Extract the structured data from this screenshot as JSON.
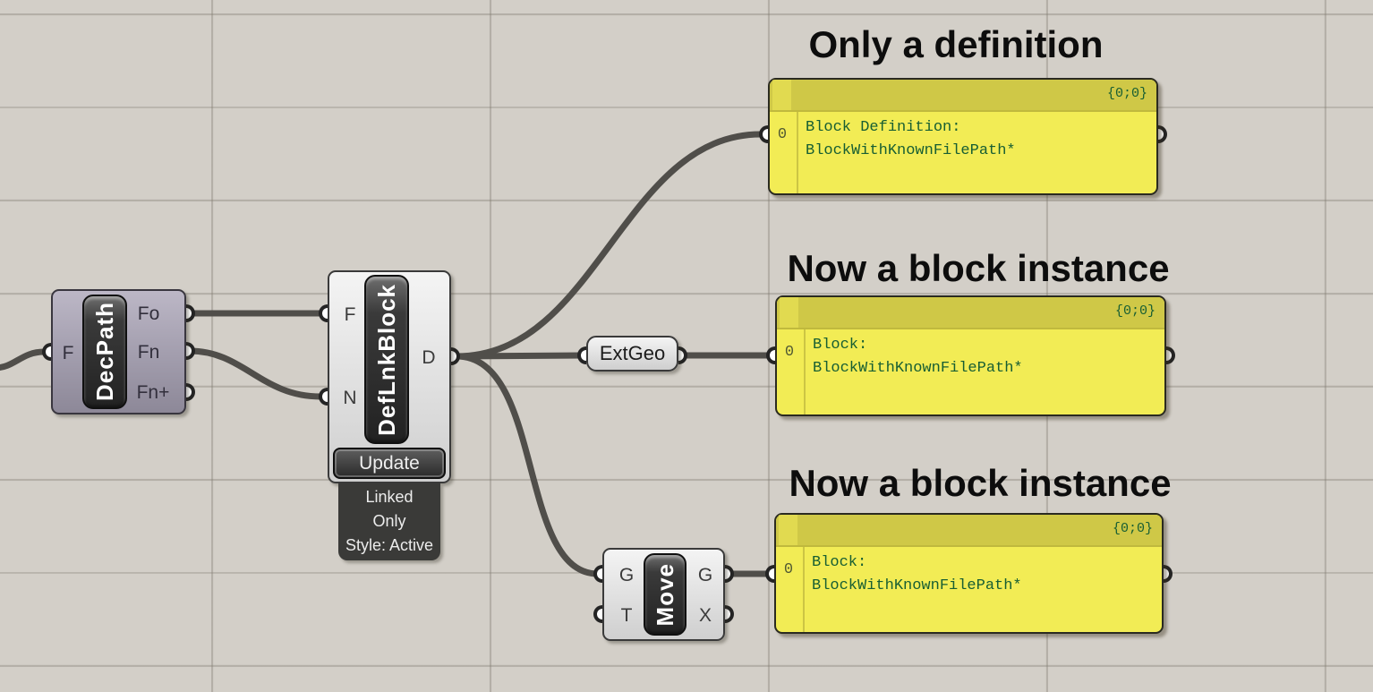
{
  "components": {
    "decpath": {
      "label": "DecPath",
      "input": "F",
      "outputs": [
        "Fo",
        "Fn",
        "Fn+"
      ]
    },
    "deflnkblock": {
      "label": "DefLnkBlock",
      "inputs": [
        "F",
        "N"
      ],
      "output": "D",
      "button_label": "Update",
      "tag_lines": [
        "Linked",
        "Only",
        "Style: Active"
      ]
    },
    "extgeo": {
      "label": "ExtGeo"
    },
    "move": {
      "label": "Move",
      "inputs": [
        "G",
        "T"
      ],
      "outputs": [
        "G",
        "X"
      ]
    }
  },
  "panels": [
    {
      "title": "Only a definition",
      "path_mask": "{0;0}",
      "index": "0",
      "line1": "Block Definition:",
      "line2": "BlockWithKnownFilePath*"
    },
    {
      "title": "Now a block instance",
      "path_mask": "{0;0}",
      "index": "0",
      "line1": "Block:",
      "line2": "BlockWithKnownFilePath*"
    },
    {
      "title": "Now a block instance",
      "path_mask": "{0;0}",
      "index": "0",
      "line1": "Block:",
      "line2": "BlockWithKnownFilePath*"
    }
  ],
  "colors": {
    "canvas_bg": "#d3cfc8",
    "grid_line": "#b9b4ac",
    "wire": "#504e4a",
    "panel_body": "#f2ec55",
    "panel_header": "#cfc847",
    "panel_text": "#175e33",
    "component_light": "#e3e3e3",
    "component_purple": "#a6a1b1",
    "capsule_dark": "#2a2a2a"
  }
}
